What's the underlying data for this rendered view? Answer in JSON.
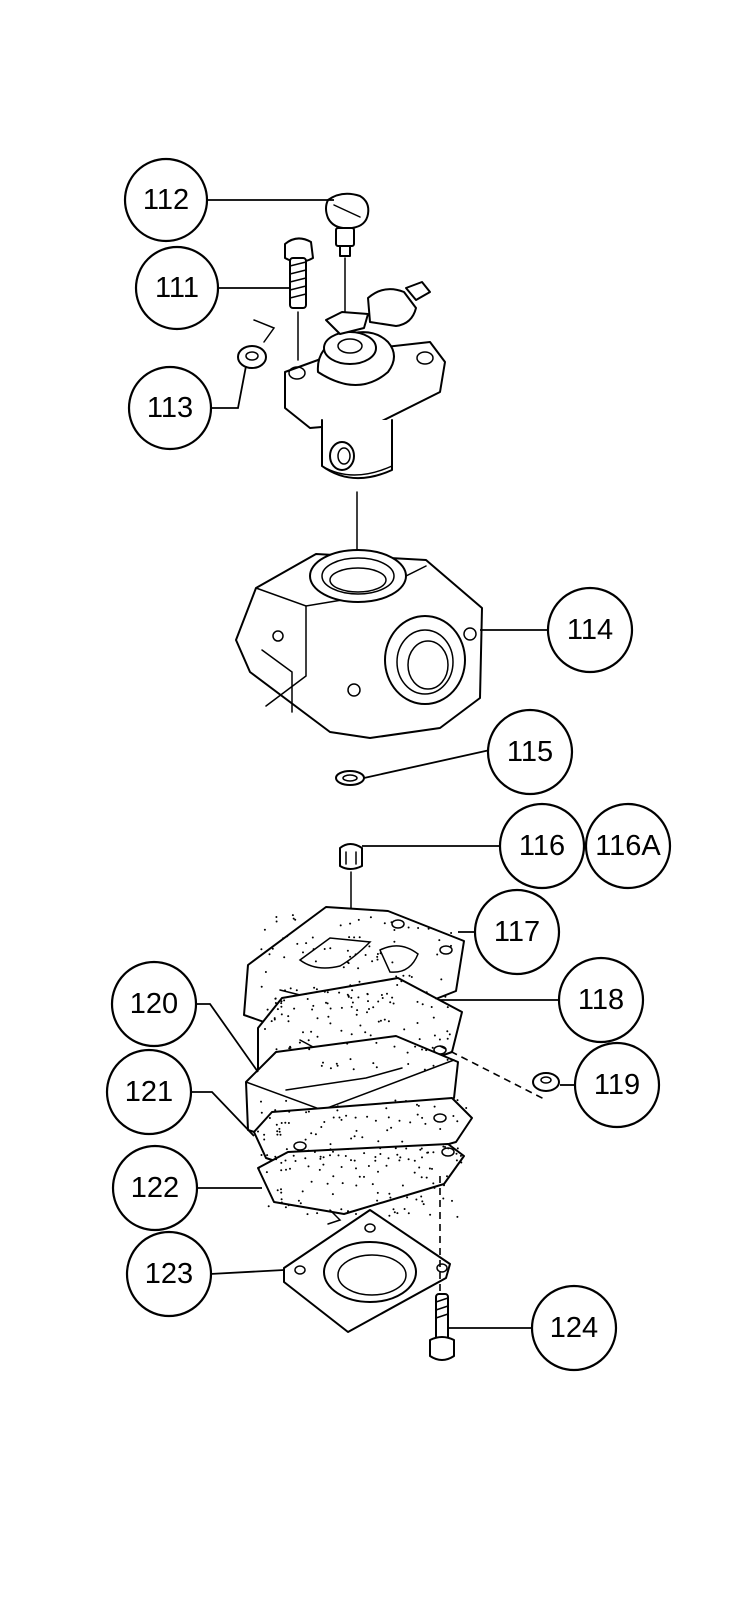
{
  "callouts": [
    {
      "id": "112",
      "label": "112"
    },
    {
      "id": "111",
      "label": "111"
    },
    {
      "id": "113",
      "label": "113"
    },
    {
      "id": "114",
      "label": "114"
    },
    {
      "id": "115",
      "label": "115"
    },
    {
      "id": "116",
      "label": "116"
    },
    {
      "id": "116a",
      "label": "116A"
    },
    {
      "id": "117",
      "label": "117"
    },
    {
      "id": "118",
      "label": "118"
    },
    {
      "id": "119",
      "label": "119"
    },
    {
      "id": "120",
      "label": "120"
    },
    {
      "id": "121",
      "label": "121"
    },
    {
      "id": "122",
      "label": "122"
    },
    {
      "id": "123",
      "label": "123"
    },
    {
      "id": "124",
      "label": "124"
    }
  ],
  "colors": {
    "line": "#000000",
    "background": "#ffffff"
  }
}
